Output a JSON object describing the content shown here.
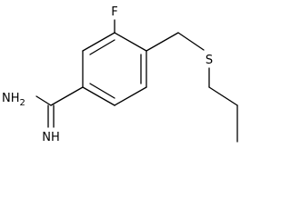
{
  "atoms": {
    "fluorine": "F",
    "sulfur": "S",
    "amine": "NH",
    "amine_subscript": "2",
    "imine": "NH"
  },
  "colors": {
    "bond": "#000000",
    "label": "#000000",
    "background": "#ffffff"
  }
}
